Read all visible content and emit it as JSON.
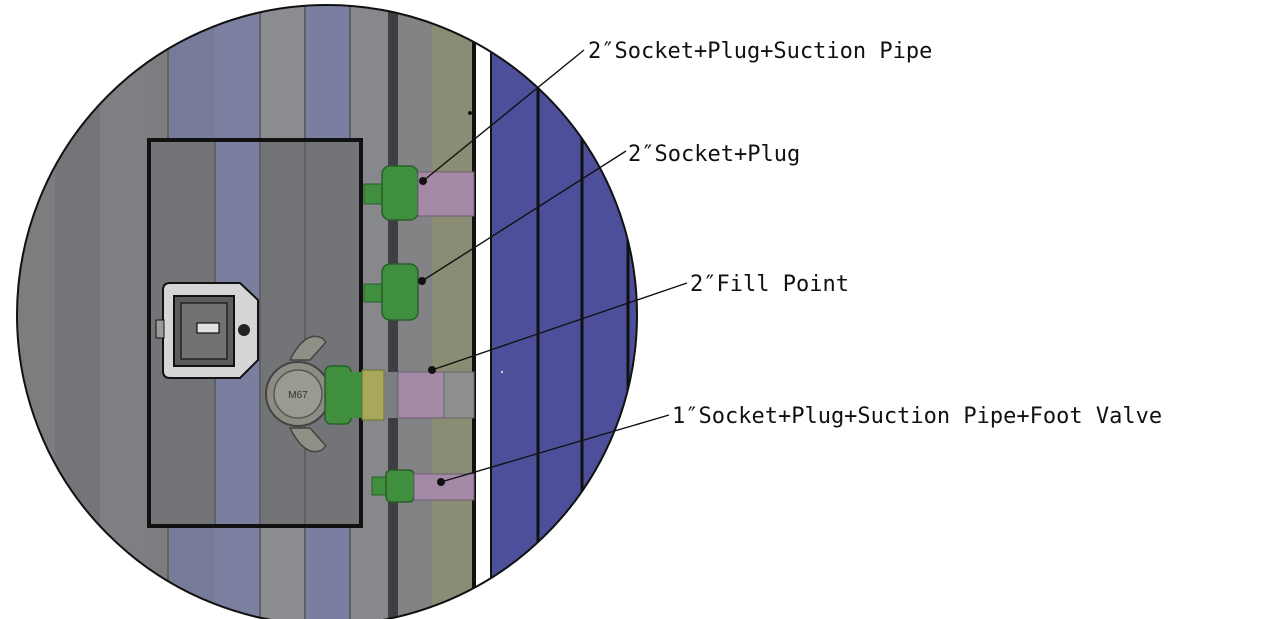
{
  "callouts": [
    {
      "id": "suction-2",
      "label": "2″Socket+Plug+Suction Pipe"
    },
    {
      "id": "socket-plug-2",
      "label": "2″Socket+Plug"
    },
    {
      "id": "fill-point-2",
      "label": "2″Fill Point"
    },
    {
      "id": "suction-foot-1",
      "label": "1″Socket+Plug+Suction Pipe+Foot Valve"
    }
  ],
  "valve_cap_marking": "M67",
  "colors": {
    "panel_grey": "#7b7d7f",
    "panel_dark": "#6a6c6f",
    "panel_blue_grey": "#757b98",
    "blue_panel": "#4d4f9a",
    "olive_strip": "#8a8d74",
    "socket_green": "#3f8f3f",
    "pipe_pink": "#a58aa8",
    "valve_yellow": "#a8a85a",
    "outline": "#111111"
  }
}
